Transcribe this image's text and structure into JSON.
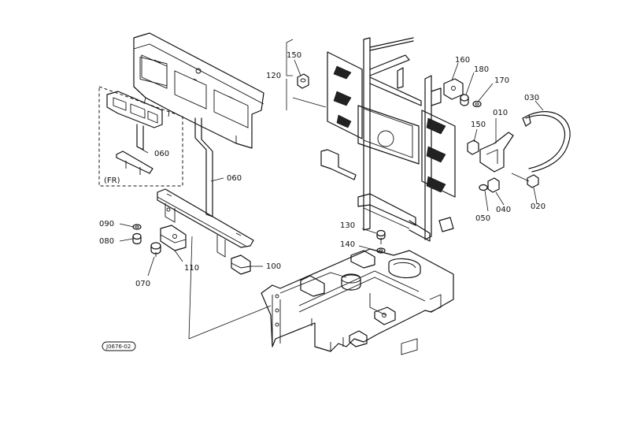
{
  "labels": {
    "p010": "010",
    "p020": "020",
    "p030": "030",
    "p040": "040",
    "p050": "050",
    "p060a": "060",
    "p060b": "060",
    "p070": "070",
    "p080": "080",
    "p090": "090",
    "p100": "100",
    "p110": "110",
    "p120": "120",
    "p130": "130",
    "p140": "140",
    "p150a": "150",
    "p150b": "150",
    "p160": "160",
    "p170": "170",
    "p180": "180",
    "fr": "(FR)"
  },
  "drawing_code": "J0676-02"
}
